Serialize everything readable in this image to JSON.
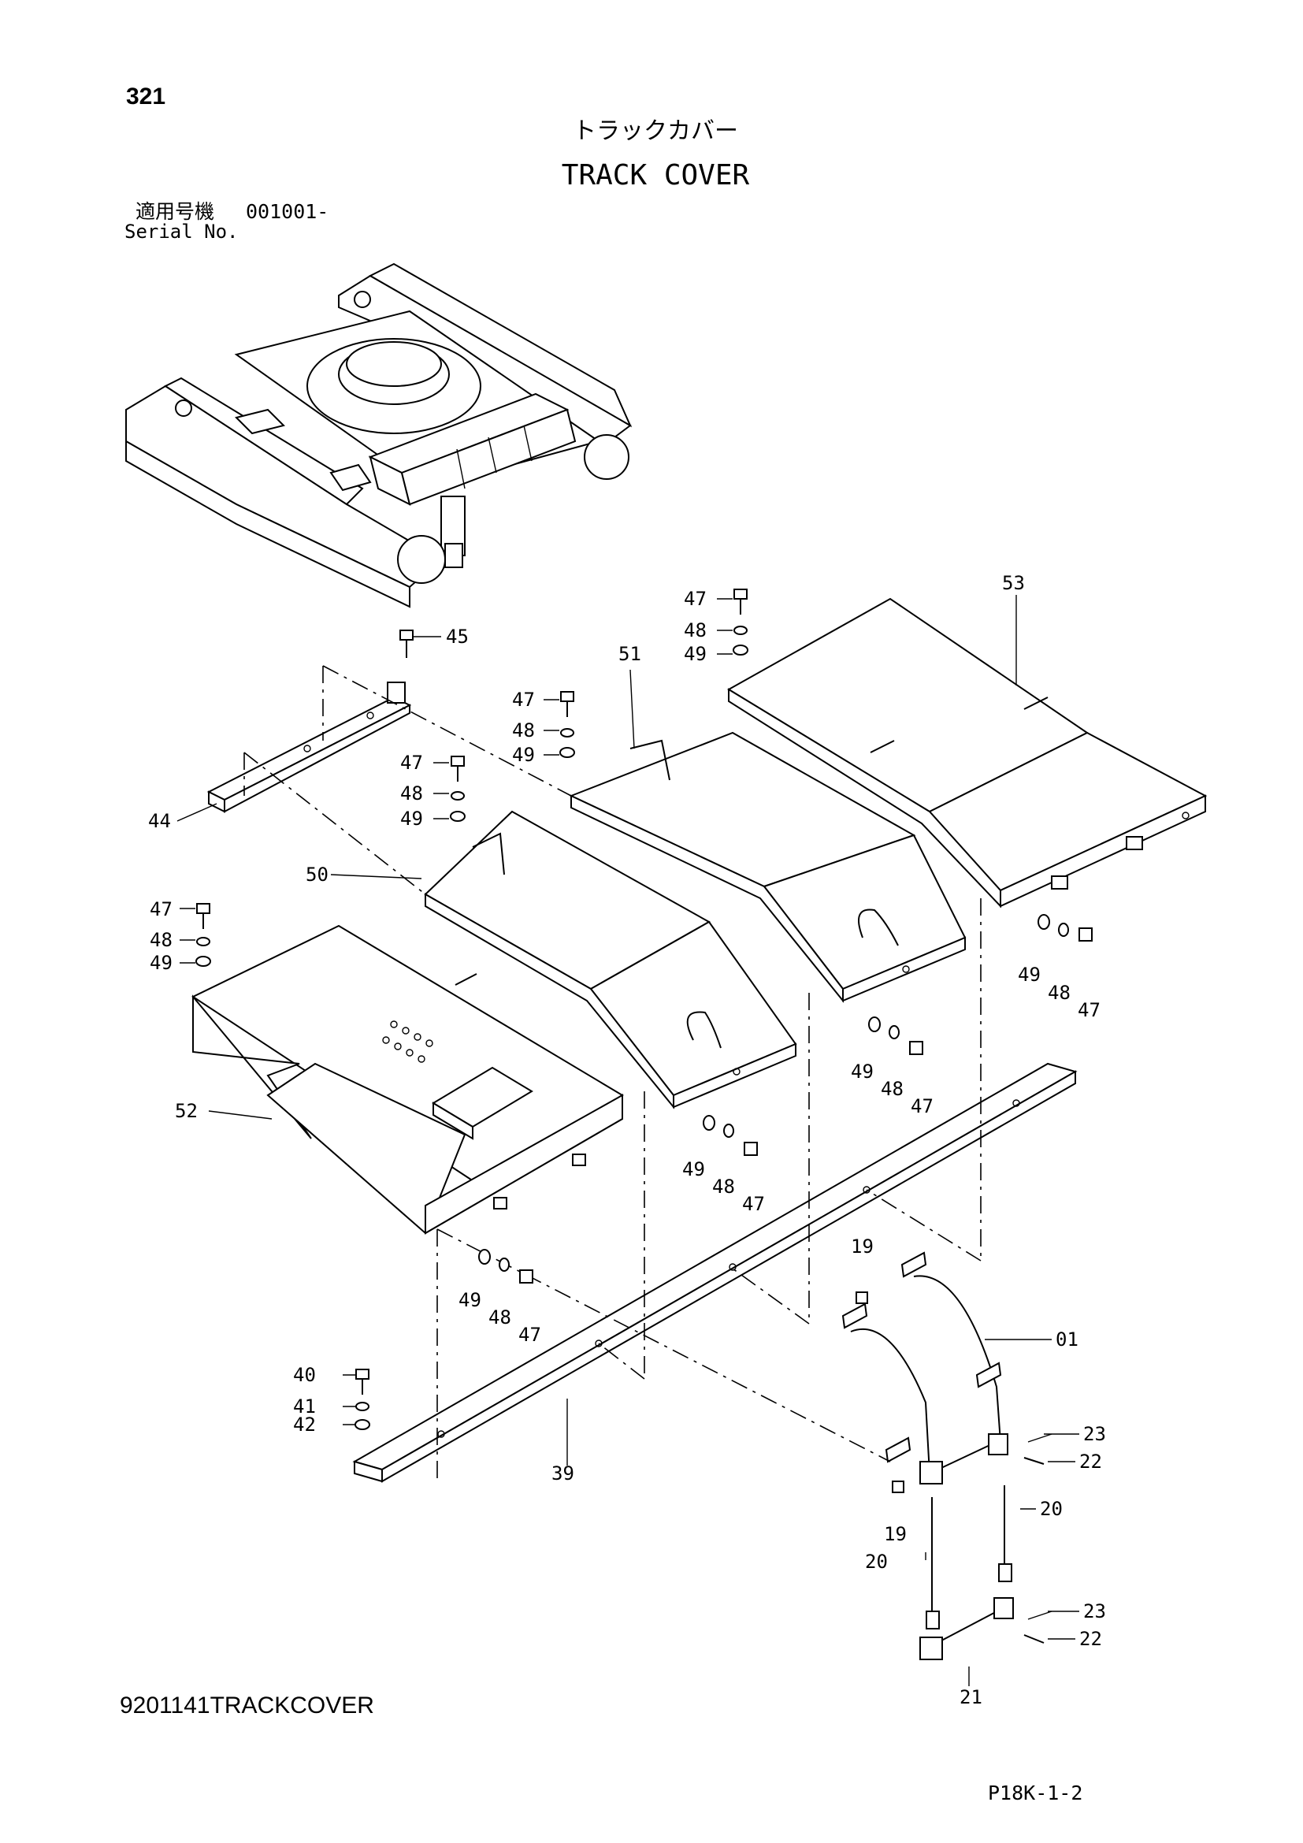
{
  "header": {
    "page_number": "321",
    "title_jp": "トラックカバー",
    "title_en": "TRACK COVER",
    "serial_label_jp": "適用号機",
    "serial_value": "001001-",
    "serial_label_en": "Serial No."
  },
  "footer": {
    "doc_code": "9201141TRACKCOVER",
    "sheet_ref": "P18K-1-2"
  },
  "callouts": {
    "c01": "01",
    "c19a": "19",
    "c19b": "19",
    "c20a": "20",
    "c20b": "20",
    "c21": "21",
    "c22a": "22",
    "c22b": "22",
    "c23a": "23",
    "c23b": "23",
    "c39": "39",
    "c40": "40",
    "c41": "41",
    "c42": "42",
    "c44": "44",
    "c45": "45",
    "c47a": "47",
    "c48a": "48",
    "c49a": "49",
    "c47b": "47",
    "c48b": "48",
    "c49b": "49",
    "c47c": "47",
    "c48c": "48",
    "c49c": "49",
    "c47d": "47",
    "c48d": "48",
    "c49d": "49",
    "c49e": "49",
    "c48e": "48",
    "c47e": "47",
    "c49f": "49",
    "c48f": "48",
    "c47f": "47",
    "c49g": "49",
    "c48g": "48",
    "c47g": "47",
    "c49h": "49",
    "c48h": "48",
    "c47h": "47",
    "c50": "50",
    "c51": "51",
    "c52": "52",
    "c53": "53"
  }
}
